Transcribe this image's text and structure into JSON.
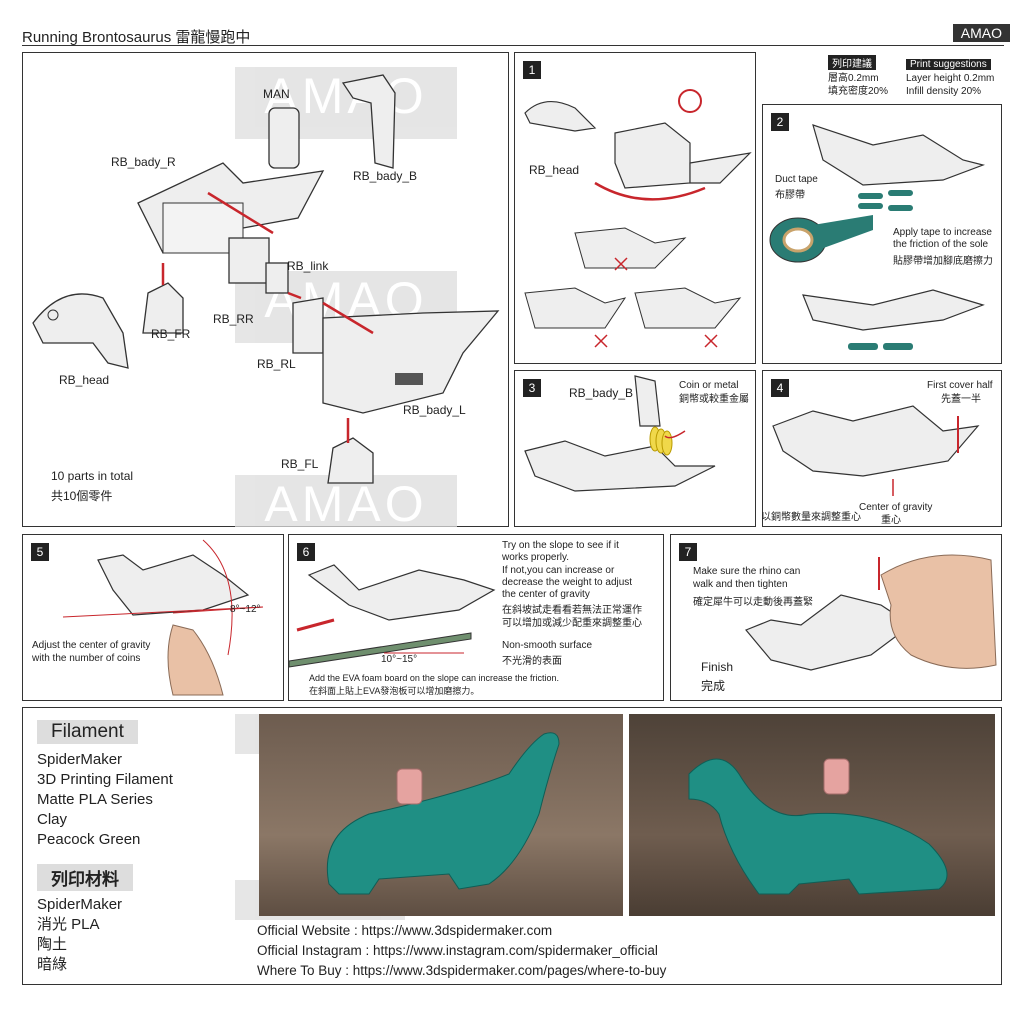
{
  "header": {
    "title": "Running Brontosaurus  雷龍慢跑中",
    "brand": "AMAO"
  },
  "watermark": "AMAO",
  "parts": {
    "man": "MAN",
    "body_b": "RB_bady_B",
    "body_r": "RB_bady_R",
    "link": "RB_link",
    "rr": "RB_RR",
    "fr": "RB_FR",
    "rl": "RB_RL",
    "head": "RB_head",
    "body_l": "RB_bady_L",
    "fl": "RB_FL",
    "total_en": "10 parts in total",
    "total_zh": "共10個零件"
  },
  "print": {
    "zh_tag": "列印建議",
    "zh_line1": "層高0.2mm",
    "zh_line2": "填充密度20%",
    "en_tag": "Print suggestions",
    "en_line1": "Layer height 0.2mm",
    "en_line2": "Infill density 20%"
  },
  "steps": {
    "s1": {
      "num": "1",
      "head": "RB_head"
    },
    "s2": {
      "num": "2",
      "tape_en": "Duct tape",
      "tape_zh": "布膠帶",
      "apply_en1": "Apply tape to increase",
      "apply_en2": "the friction of the sole",
      "apply_zh": "貼膠帶增加腳底磨擦力"
    },
    "s3": {
      "num": "3",
      "body_b": "RB_bady_B",
      "coin_en": "Coin or metal",
      "coin_zh": "銅幣或較重金屬"
    },
    "s4": {
      "num": "4",
      "cover_en": "First cover half",
      "cover_zh": "先蓋一半",
      "gravity_en": "Center of gravity",
      "gravity_zh": "重心",
      "adjust_zh": "以銅幣數量來調整重心"
    },
    "s5": {
      "num": "5",
      "angle": "8°~12°",
      "text1": "Adjust the center of gravity",
      "text2": "with the number of coins"
    },
    "s6": {
      "num": "6",
      "try1": "Try on the slope to see if it",
      "try2": "works properly.",
      "try3": "If not,you can increase or",
      "try4": "decrease the weight to adjust",
      "try5": " the center of gravity",
      "try_zh1": "在斜坡試走看看若無法正常運作",
      "try_zh2": "可以增加或減少配重來調整重心",
      "surface_en": "Non-smooth surface",
      "surface_zh": "不光滑的表面",
      "angle": "10°~15°",
      "eva_en": "Add the EVA foam board on the slope can increase the friction.",
      "eva_zh": "在斜面上貼上EVA發泡板可以增加磨擦力。"
    },
    "s7": {
      "num": "7",
      "text1": "Make sure the rhino can",
      "text2": "walk and then tighten",
      "text_zh": "確定犀牛可以走動後再蓋緊",
      "finish_en": "Finish",
      "finish_zh": "完成"
    }
  },
  "filament": {
    "head_en": "Filament",
    "en": [
      "SpiderMaker",
      "3D Printing Filament",
      "Matte PLA Series",
      "Clay",
      "Peacock Green"
    ],
    "head_zh": "列印材料",
    "zh": [
      "SpiderMaker",
      "消光 PLA",
      "陶土",
      "暗綠"
    ]
  },
  "links": {
    "website": "Official Website : https://www.3dspidermaker.com",
    "instagram": "Official Instagram : https://www.instagram.com/spidermaker_official",
    "buy": "Where To Buy : https://www.3dspidermaker.com/pages/where-to-buy"
  },
  "colors": {
    "teal": "#1f8f84",
    "red": "#c8262c",
    "tape": "#2a7c74",
    "coin": "#f0d84a"
  }
}
